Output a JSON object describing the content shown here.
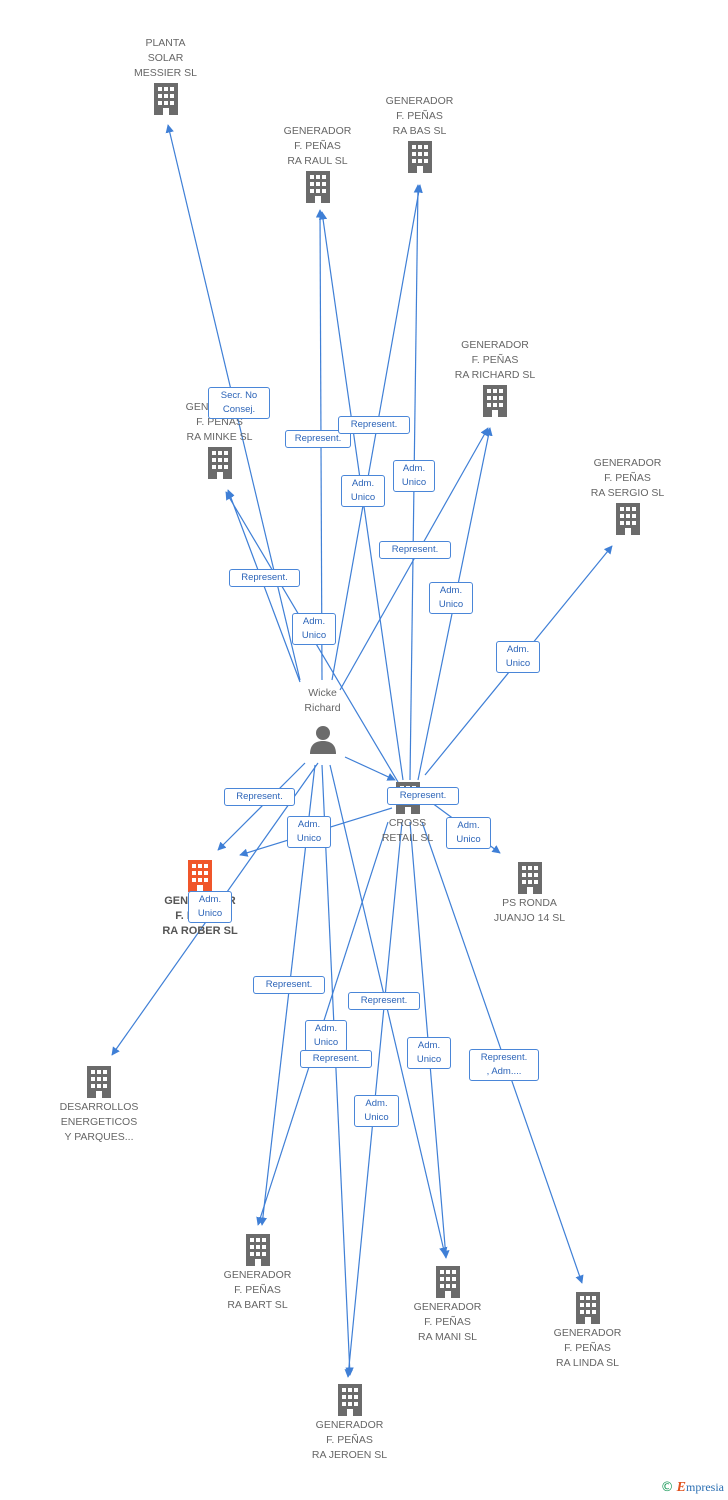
{
  "colors": {
    "edge": "#3f7fd6",
    "icon": "#6b6b6b",
    "highlight": "#f0562a",
    "label_text": "#2c64b8"
  },
  "person": {
    "name": "Wicke\nRichard",
    "icon": "person-icon"
  },
  "companies": {
    "planta_solar": "PLANTA\nSOLAR\nMESSIER SL",
    "bas": "GENERADOR\nF. PEÑAS\nRA BAS SL",
    "raul": "GENERADOR\nF. PEÑAS\nRA RAUL SL",
    "richard": "GENERADOR\nF. PEÑAS\nRA RICHARD SL",
    "minke": "GENERADOR\nF. PEÑAS\nRA MINKE SL",
    "sergio": "GENERADOR\nF. PEÑAS\nRA SERGIO SL",
    "cross": "CROSS\nRETAIL SL",
    "rober": "GENERADOR\nF. PEÑAS\nRA ROBER SL",
    "ps_ronda": "PS RONDA\nJUANJO 14 SL",
    "desarrollos": "DESARROLLOS\nENERGETICOS\nY PARQUES...",
    "bart": "GENERADOR\nF. PEÑAS\nRA BART SL",
    "mani": "GENERADOR\nF. PEÑAS\nRA MANI SL",
    "linda": "GENERADOR\nF. PEÑAS\nRA LINDA SL",
    "jeroen": "GENERADOR\nF. PEÑAS\nRA JEROEN SL"
  },
  "edge_labels": {
    "secr_no_consej": "Secr. No\nConsej.",
    "represent_raul": "Represent.",
    "represent_bas": "Represent.",
    "adm_unico_1": "Adm.\nUnico",
    "adm_unico_2": "Adm.\nUnico",
    "represent_richard": "Represent.",
    "represent_minke": "Represent.",
    "adm_unico_3": "Adm.\nUnico",
    "adm_unico_4": "Adm.\nUnico",
    "adm_unico_sergio": "Adm.\nUnico",
    "represent_rober": "Represent.",
    "adm_unico_5": "Adm.\nUnico",
    "represent_cross": "Represent.",
    "adm_unico_ps": "Adm.\nUnico",
    "adm_unico_rober": "Adm.\nUnico",
    "represent_bart": "Represent.",
    "represent_mani": "Represent.",
    "adm_unico_6": "Adm.\nUnico",
    "represent_jeroen": "Represent.",
    "adm_unico_7": "Adm.\nUnico",
    "represent_adm_linda": "Represent.\n, Adm....",
    "adm_unico_8": "Adm.\nUnico"
  },
  "footer": {
    "copyright": "©",
    "brand_e": "E",
    "brand_rest": "mpresia"
  }
}
